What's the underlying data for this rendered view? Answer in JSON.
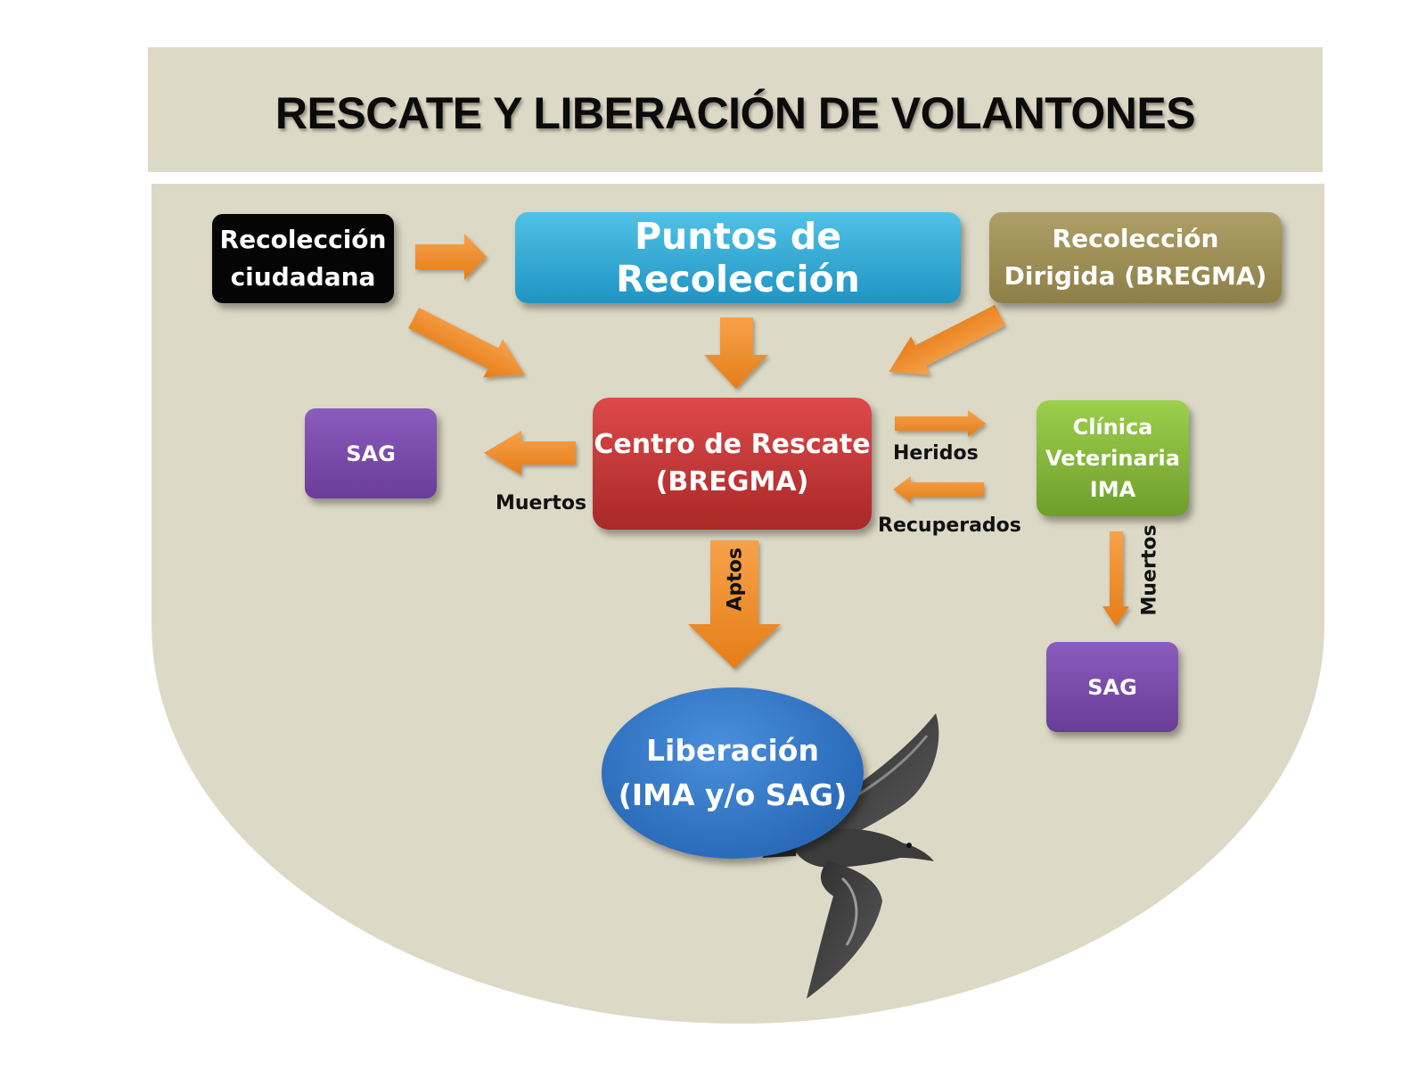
{
  "title": "RESCATE Y LIBERACIÓN DE VOLANTONES",
  "nodes": {
    "recoleccion_ciudadana": [
      "Recolección",
      "ciudadana"
    ],
    "puntos_recoleccion": "Puntos de Recolección",
    "recoleccion_dirigida": [
      "Recolección",
      "Dirigida (BREGMA)"
    ],
    "centro_rescate": [
      "Centro de Rescate",
      "(BREGMA)"
    ],
    "sag_left": "SAG",
    "clinica": [
      "Clínica",
      "Veterinaria",
      "IMA"
    ],
    "sag_right": "SAG",
    "liberacion": [
      "Liberación",
      "(IMA y/o SAG)"
    ]
  },
  "edge_labels": {
    "muertos_left": "Muertos",
    "heridos": "Heridos",
    "recuperados": "Recuperados",
    "aptos": "Aptos",
    "muertos_right": "Muertos"
  },
  "colors": {
    "background_shape": "#dcd9c6",
    "arrow": "#f0902a",
    "recoleccion_ciudadana": "#050505",
    "puntos_recoleccion": "#2aa6d4",
    "recoleccion_dirigida": "#9c8e55",
    "centro_rescate": "#c43535",
    "sag": "#7a4cab",
    "clinica": "#86b83a",
    "liberacion": "#2f6fc0"
  },
  "icons": [
    "flying-seabird-illustration"
  ]
}
